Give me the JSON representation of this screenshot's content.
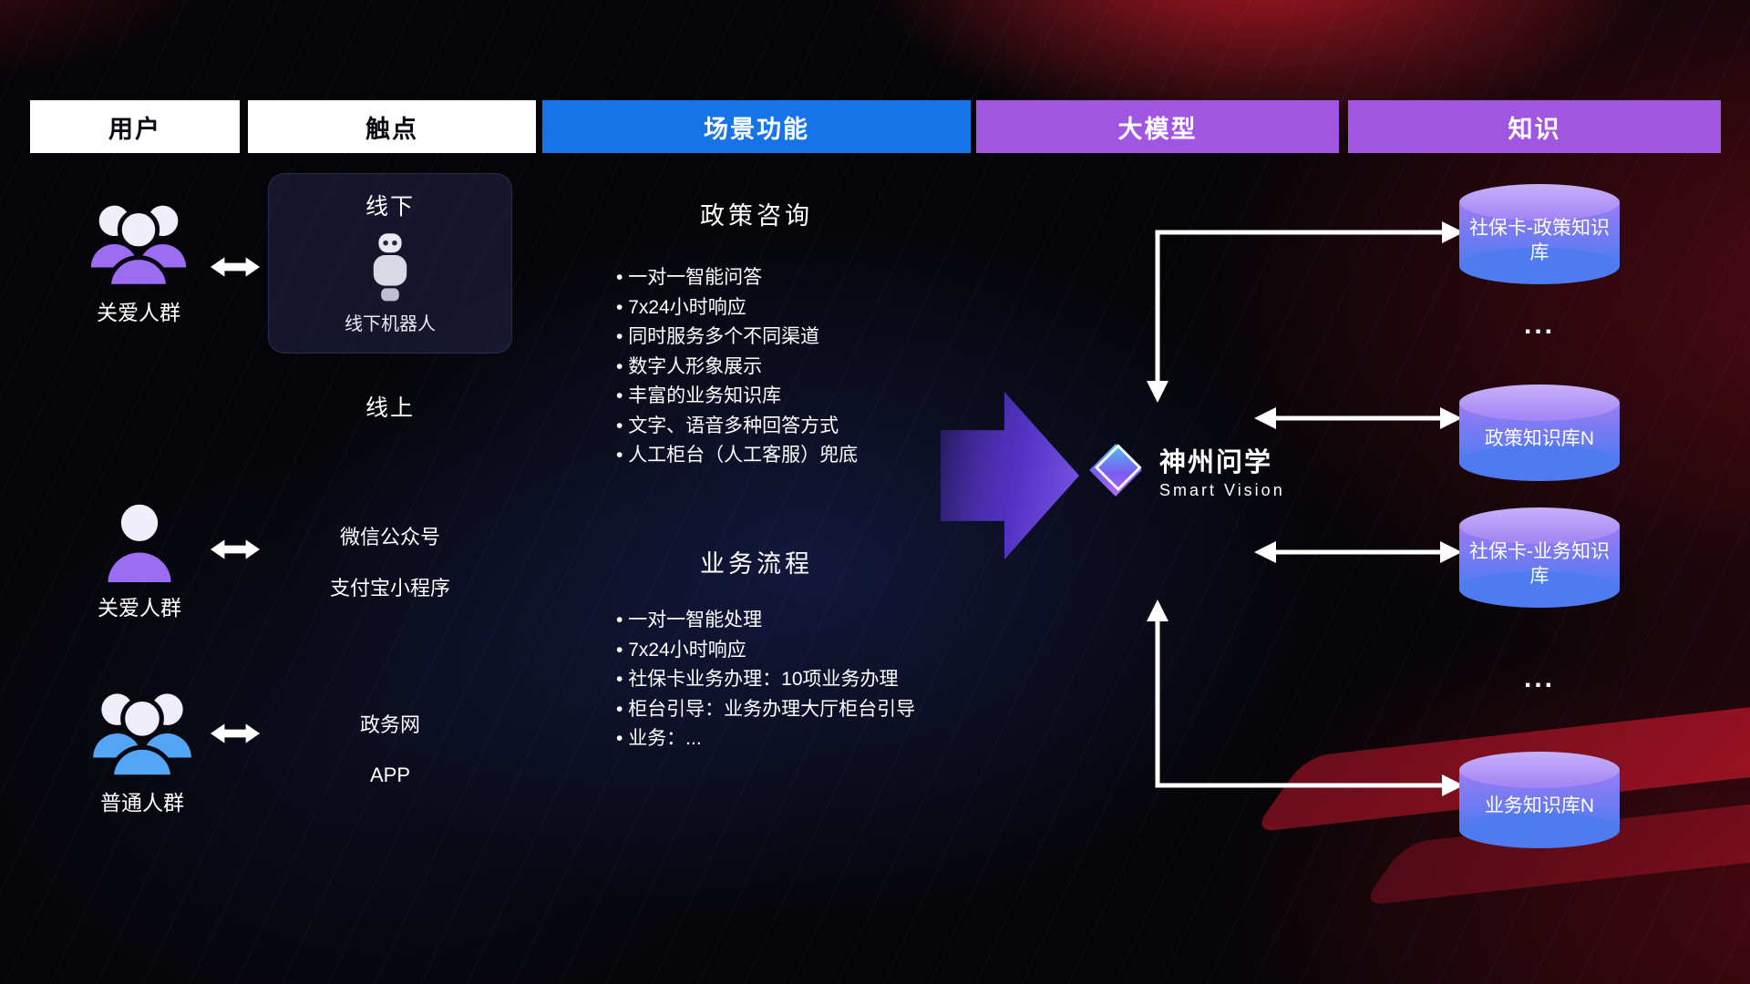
{
  "colors": {
    "header-blue": "#1673e8",
    "header-purple": "#a156e2",
    "user-purple": "#9c6cf3",
    "user-blue": "#55a5f6",
    "cyl-mid": "#9b7bf4",
    "cyl-bottom": "#4e7bf0",
    "accent-red": "#b01425",
    "arrow-white": "#ffffff"
  },
  "header": {
    "columns": [
      {
        "id": "users",
        "label": "用户"
      },
      {
        "id": "touchpoints",
        "label": "触点"
      },
      {
        "id": "scene-functions",
        "label": "场景功能"
      },
      {
        "id": "large-model",
        "label": "大模型"
      },
      {
        "id": "knowledge",
        "label": "知识"
      }
    ]
  },
  "users": [
    {
      "label": "关爱人群",
      "icon": "people-group"
    },
    {
      "label": "关爱人群",
      "icon": "person"
    },
    {
      "label": "普通人群",
      "icon": "people-group"
    }
  ],
  "touchpoints": {
    "offline": {
      "title": "线下",
      "robot_label": "线下机器人"
    },
    "online_title": "线上",
    "online_items": [
      "微信公众号",
      "支付宝小程序",
      "政务网",
      "APP"
    ]
  },
  "scenes": [
    {
      "title": "政策咨询",
      "bullets": [
        "一对一智能问答",
        "7x24小时响应",
        "同时服务多个不同渠道",
        "数字人形象展示",
        "丰富的业务知识库",
        "文字、语音多种回答方式",
        "人工柜台（人工客服）兜底"
      ]
    },
    {
      "title": "业务流程",
      "bullets": [
        "一对一智能处理",
        "7x24小时响应",
        "社保卡业务办理：10项业务办理",
        "柜台引导：业务办理大厅柜台引导",
        "业务：..."
      ]
    }
  ],
  "model": {
    "brand": "神州问学",
    "brand_en": "Smart Vision"
  },
  "knowledge": {
    "items": [
      {
        "type": "database",
        "label": "社保卡-政策知识库"
      },
      {
        "type": "ellipsis",
        "label": "..."
      },
      {
        "type": "database",
        "label": "政策知识库N"
      },
      {
        "type": "database",
        "label": "社保卡-业务知识库"
      },
      {
        "type": "ellipsis",
        "label": "..."
      },
      {
        "type": "database",
        "label": "业务知识库N"
      }
    ]
  }
}
